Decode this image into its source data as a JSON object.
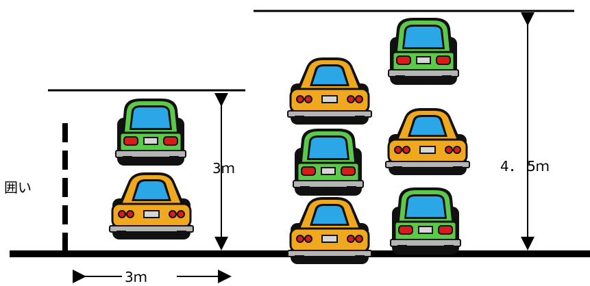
{
  "labels": {
    "fence": "囲い",
    "height_left": "3ｍ",
    "height_right": "4． 5ｍ",
    "width": "3ｍ"
  },
  "colors": {
    "line": "#000000",
    "car_green": "#5cc94a",
    "car_orange": "#f0a81e",
    "glass": "#2ba6e6",
    "tail_light": "#d81c1c",
    "bumper": "#b5b5b5",
    "plate": "#d6d6d6",
    "tire": "#111111"
  },
  "cars": {
    "left_stack": [
      "car-green",
      "car-orange"
    ],
    "right_stack_a": [
      "car-orange",
      "car-green",
      "car-orange"
    ],
    "right_stack_b": [
      "car-green",
      "car-orange",
      "car-green"
    ]
  }
}
